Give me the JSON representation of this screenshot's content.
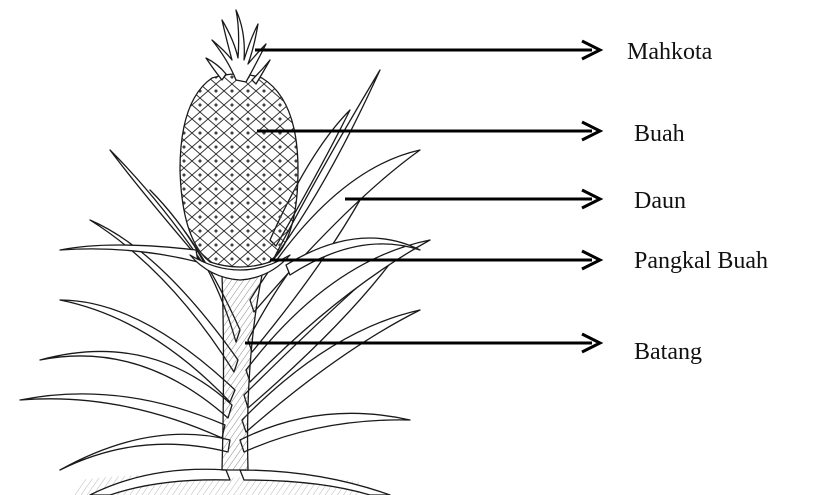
{
  "diagram": {
    "labels": [
      {
        "id": "mahkota",
        "text": "Mahkota"
      },
      {
        "id": "buah",
        "text": "Buah"
      },
      {
        "id": "daun",
        "text": "Daun"
      },
      {
        "id": "pangkal-buah",
        "text": "Pangkal Buah"
      },
      {
        "id": "batang",
        "text": "Batang"
      }
    ],
    "line_color": "#000000",
    "drawing_color": "#1a1a1a"
  }
}
